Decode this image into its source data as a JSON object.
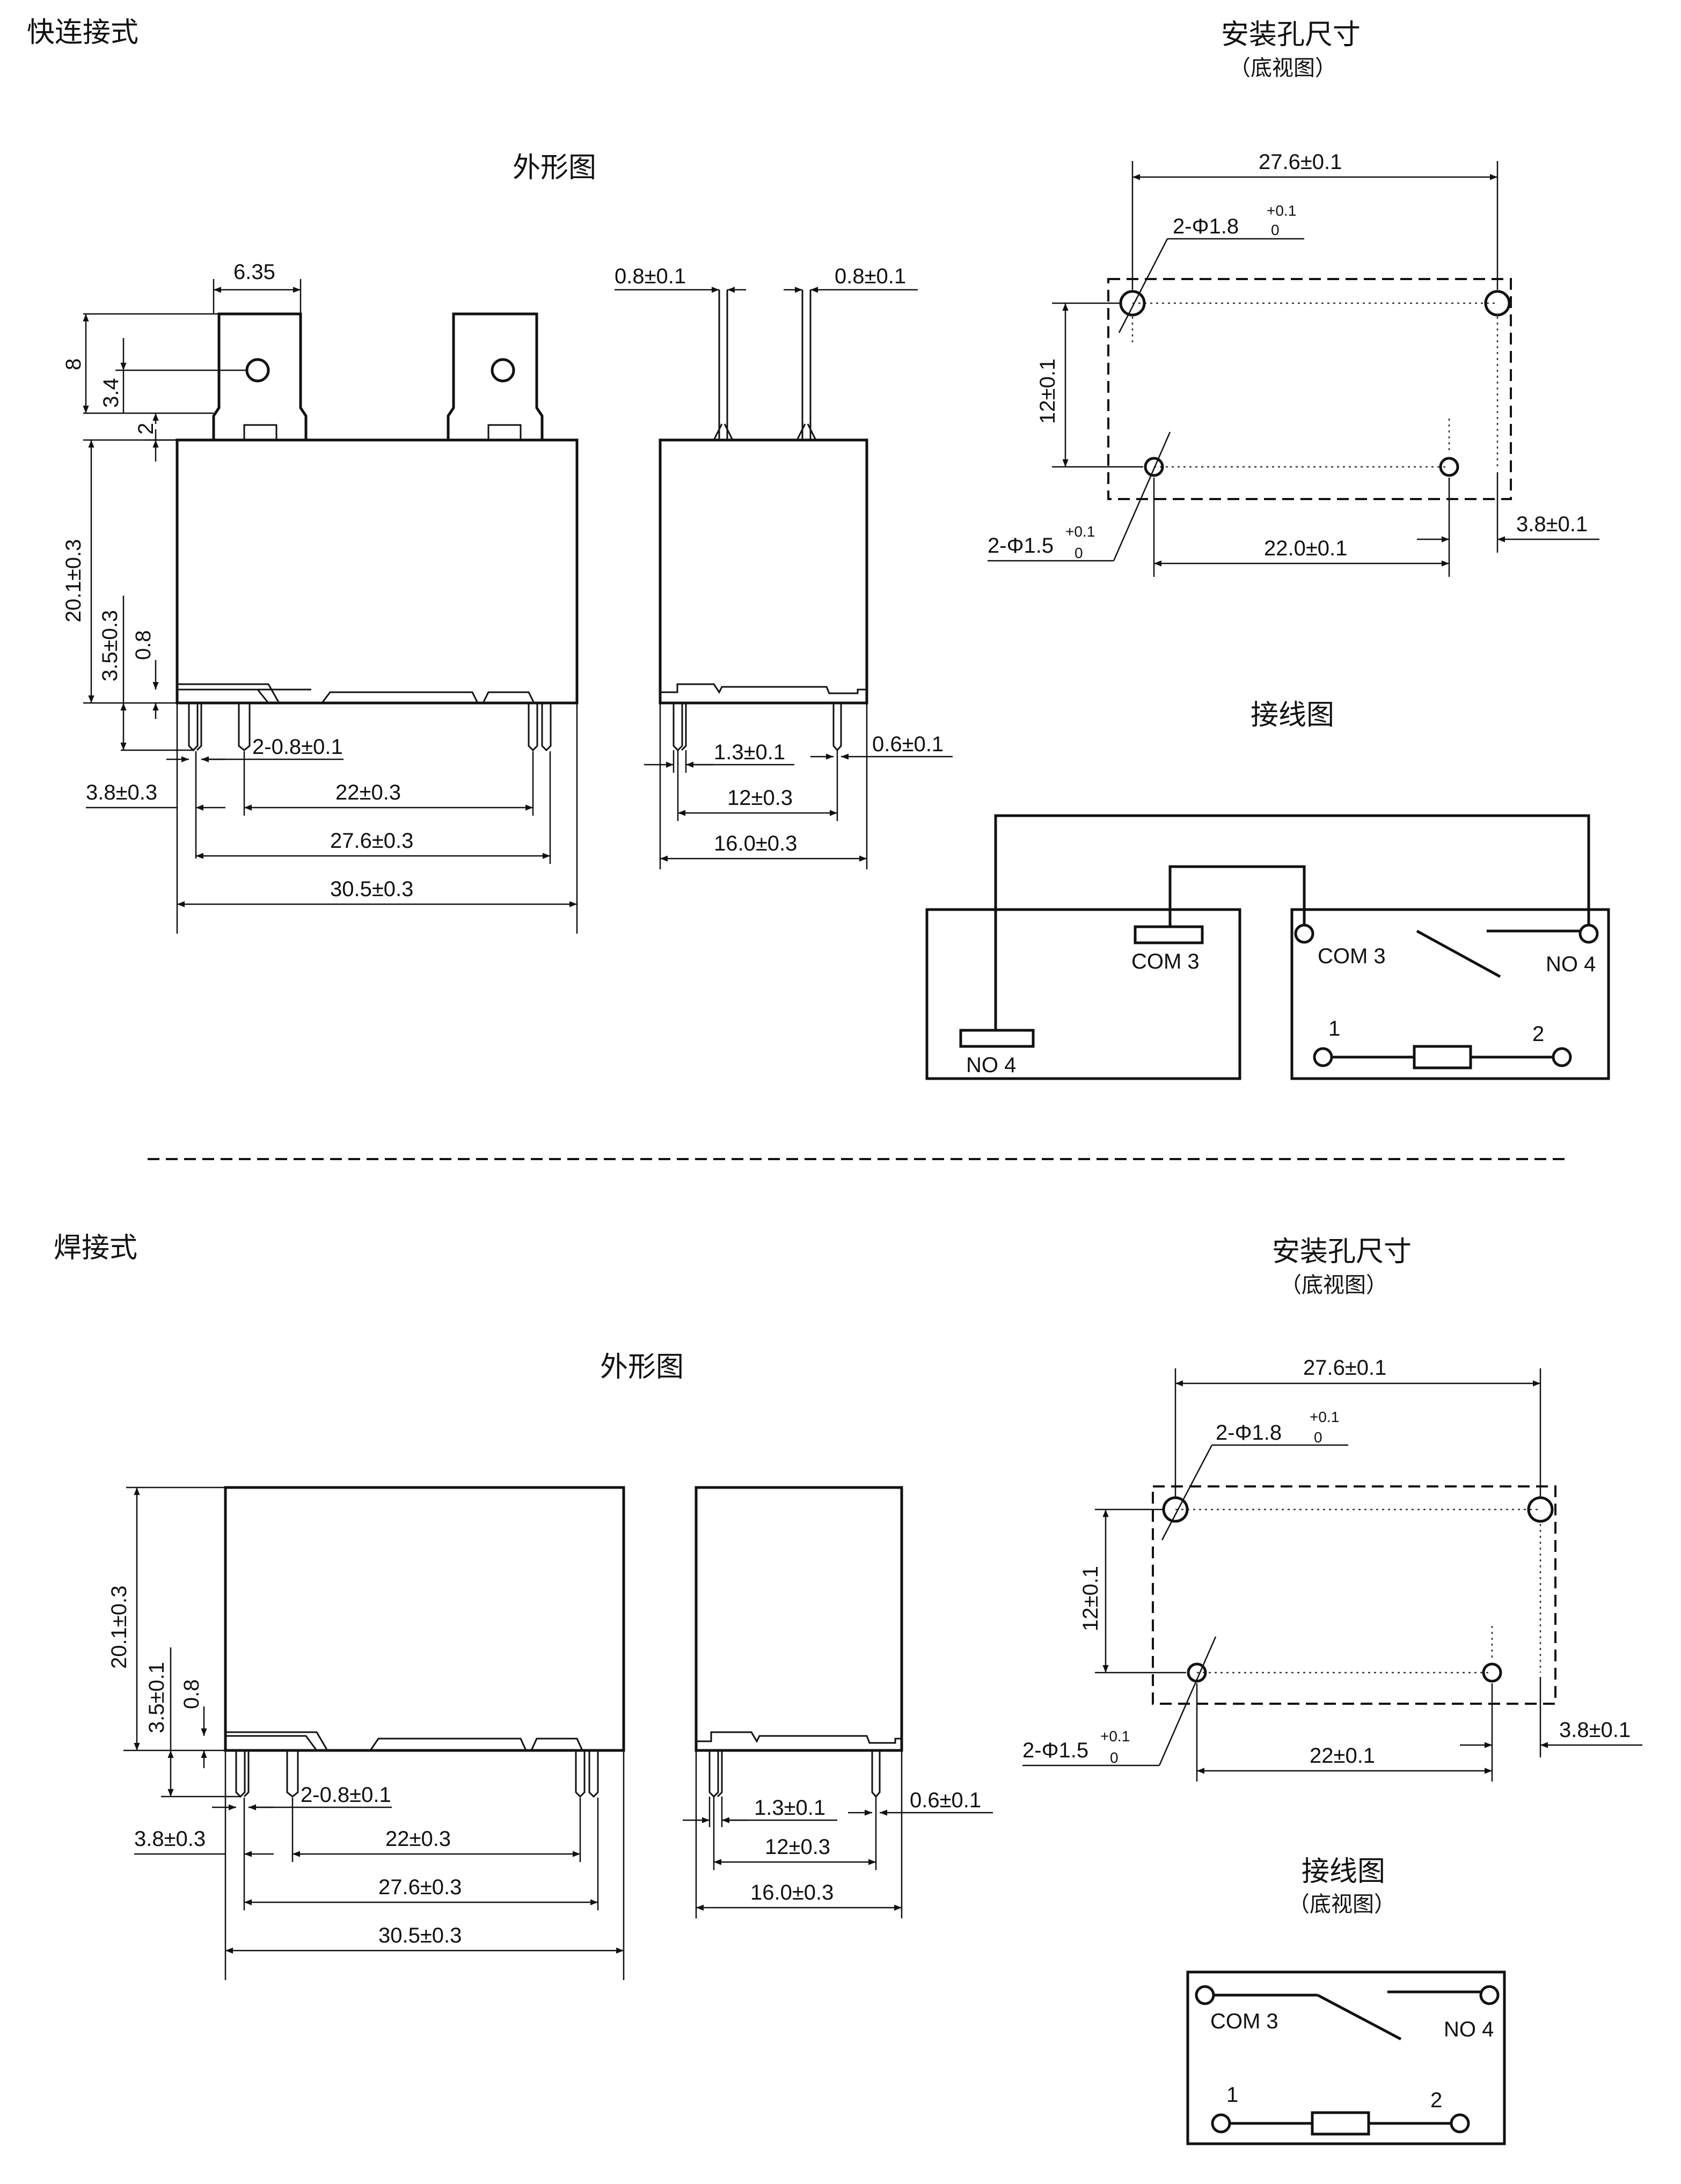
{
  "quick": {
    "heading": "快连接式",
    "outline_title": "外形图",
    "mount_title": "安装孔尺寸",
    "mount_sub": "（底视图）",
    "wiring_title": "接线图",
    "dims": {
      "tab_width": "6.35",
      "height_8": "8",
      "height_34": "3.4",
      "height_2": "2",
      "body_h": "20.1±0.3",
      "pin_35": "3.5±0.3",
      "pin_08": "0.8",
      "pin_w": "2-0.8±0.1",
      "edge_38": "3.8±0.3",
      "span_22": "22±0.3",
      "span_276": "27.6±0.3",
      "span_305": "30.5±0.3",
      "tab_t1": "0.8±0.1",
      "tab_t2": "0.8±0.1",
      "side_13": "1.3±0.1",
      "side_06": "0.6±0.1",
      "side_12": "12±0.3",
      "side_16": "16.0±0.3"
    },
    "mount": {
      "w_276": "27.6±0.1",
      "hole18": "2-Φ1.8",
      "hole18_tol_up": "+0.1",
      "hole18_tol_dn": "0",
      "h_12": "12±0.1",
      "hole15": "2-Φ1.5",
      "hole15_tol_up": "+0.1",
      "hole15_tol_dn": "0",
      "w_22": "22.0±0.1",
      "w_38": "3.8±0.1"
    },
    "wiring": {
      "com_tab": "COM 3",
      "no_tab": "NO 4",
      "com_label": "COM 3",
      "no_label": "NO 4",
      "coil_1": "1",
      "coil_2": "2"
    }
  },
  "solder": {
    "heading": "焊接式",
    "outline_title": "外形图",
    "mount_title": "安装孔尺寸",
    "mount_sub": "（底视图）",
    "wiring_title": "接线图",
    "wiring_sub": "（底视图）",
    "dims": {
      "body_h": "20.1±0.3",
      "pin_35": "3.5±0.1",
      "pin_08": "0.8",
      "pin_w": "2-0.8±0.1",
      "edge_38": "3.8±0.3",
      "span_22": "22±0.3",
      "span_276": "27.6±0.3",
      "span_305": "30.5±0.3",
      "side_13": "1.3±0.1",
      "side_06": "0.6±0.1",
      "side_12": "12±0.3",
      "side_16": "16.0±0.3"
    },
    "mount": {
      "w_276": "27.6±0.1",
      "hole18": "2-Φ1.8",
      "hole18_tol_up": "+0.1",
      "hole18_tol_dn": "0",
      "h_12": "12±0.1",
      "hole15": "2-Φ1.5",
      "hole15_tol_up": "+0.1",
      "hole15_tol_dn": "0",
      "w_22": "22±0.1",
      "w_38": "3.8±0.1"
    },
    "wiring": {
      "com_label": "COM 3",
      "no_label": "NO 4",
      "coil_1": "1",
      "coil_2": "2"
    }
  }
}
